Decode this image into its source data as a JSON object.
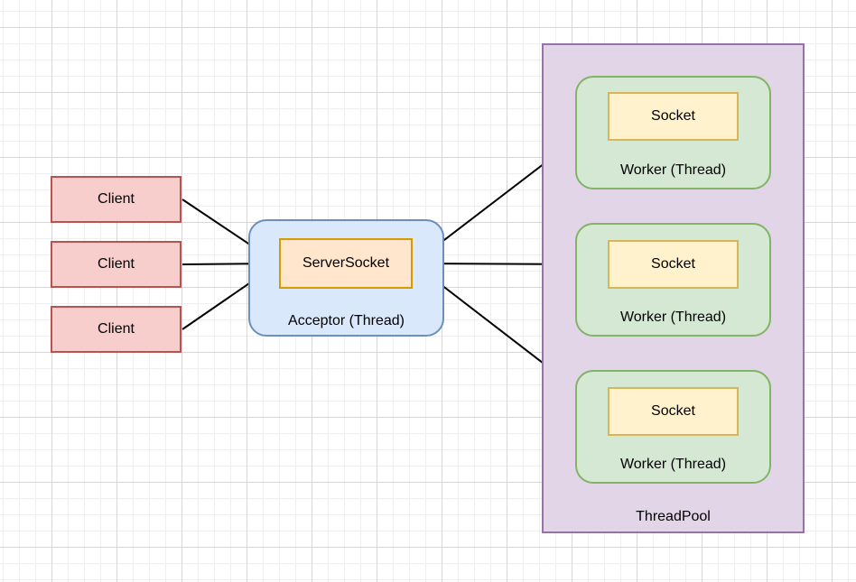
{
  "colors": {
    "client-fill": "#f8cecc",
    "client-stroke": "#b85450",
    "acceptor-fill": "#dae8fc",
    "acceptor-stroke": "#6c8ebf",
    "serversocket-fill": "#ffe6cc",
    "serversocket-stroke": "#d79b00",
    "threadpool-fill": "#e1d5e7",
    "threadpool-stroke": "#9673a6",
    "worker-fill": "#d5e8d4",
    "worker-stroke": "#82b366",
    "socket-fill": "#fff2cc",
    "socket-stroke": "#d6b656",
    "arrow": "#000000",
    "text": "#000000"
  },
  "nodes": {
    "clients": [
      {
        "label": "Client"
      },
      {
        "label": "Client"
      },
      {
        "label": "Client"
      }
    ],
    "acceptor": {
      "label": "Acceptor (Thread)",
      "server_socket_label": "ServerSocket"
    },
    "threadpool": {
      "label": "ThreadPool",
      "workers": [
        {
          "label": "Worker (Thread)",
          "socket_label": "Socket"
        },
        {
          "label": "Worker (Thread)",
          "socket_label": "Socket"
        },
        {
          "label": "Worker (Thread)",
          "socket_label": "Socket"
        }
      ]
    }
  },
  "edges": [
    {
      "from": "client-0",
      "to": "serversocket"
    },
    {
      "from": "client-1",
      "to": "serversocket"
    },
    {
      "from": "client-2",
      "to": "serversocket"
    },
    {
      "from": "serversocket",
      "to": "socket-0"
    },
    {
      "from": "serversocket",
      "to": "socket-1"
    },
    {
      "from": "serversocket",
      "to": "socket-2"
    }
  ]
}
